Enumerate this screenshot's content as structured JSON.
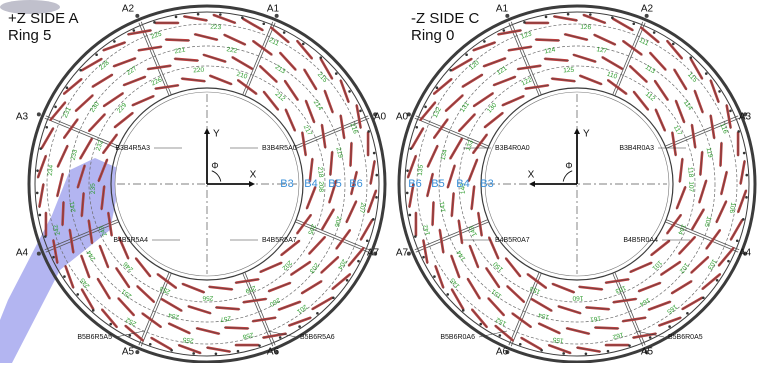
{
  "panels": [
    {
      "title": "+Z SIDE A",
      "subtitle": "Ring 5",
      "sector_labels": [
        "A0",
        "A1",
        "A2",
        "A3",
        "A4",
        "A5",
        "A6",
        "A7"
      ],
      "y_axis_label": "Y",
      "x_axis_label": "X",
      "phi_label": "Φ",
      "layer_labels": [
        "B3",
        "B4",
        "B5",
        "B6"
      ],
      "module_labels": [
        "B3B4R5A3",
        "B3B4R5A0",
        "B4B5R5A4",
        "B4B5R5A7",
        "B5B6R5A5",
        "B5B6R5A6"
      ],
      "stave_numbers": [
        "218",
        "219",
        "216",
        "217",
        "214",
        "215",
        "212",
        "213",
        "211",
        "210",
        "222",
        "223",
        "220",
        "221",
        "225",
        "226",
        "227",
        "228",
        "229",
        "230",
        "231",
        "232",
        "233",
        "234",
        "235",
        "241",
        "242",
        "243",
        "244",
        "245",
        "246",
        "251",
        "252",
        "253",
        "254",
        "255",
        "256",
        "257",
        "258",
        "259",
        "260",
        "201",
        "202",
        "203",
        "204",
        "205",
        "206",
        "207",
        "208"
      ]
    },
    {
      "title": "-Z SIDE C",
      "subtitle": "Ring 0",
      "sector_labels": [
        "A0",
        "A1",
        "A2",
        "A3",
        "A4",
        "A5",
        "A6",
        "A7"
      ],
      "y_axis_label": "Y",
      "x_axis_label": "X",
      "phi_label": "Φ",
      "layer_labels": [
        "B6",
        "B5",
        "B4",
        "B3"
      ],
      "module_labels": [
        "B3B4R0A0",
        "B3B4R0A3",
        "B4B5R0A7",
        "B4B5R0A4",
        "B5B6R0A6",
        "B5B6R0A5"
      ],
      "stave_numbers": [
        "118",
        "119",
        "116",
        "117",
        "114",
        "115",
        "112",
        "113",
        "111",
        "110",
        "127",
        "126",
        "125",
        "124",
        "123",
        "122",
        "121",
        "120",
        "130",
        "131",
        "132",
        "133",
        "134",
        "135",
        "140",
        "141",
        "142",
        "143",
        "144",
        "145",
        "150",
        "151",
        "152",
        "153",
        "154",
        "155",
        "160",
        "161",
        "162",
        "163",
        "164",
        "165",
        "101",
        "102",
        "103",
        "104",
        "105",
        "106",
        "107"
      ]
    }
  ],
  "colors": {
    "background": "#ffffff",
    "line": "#3c3c3c",
    "stave": "#b84040",
    "stave_number": "#2a9a2a",
    "layer_label": "#3a8fd8",
    "highlight": "#a6a8ee"
  }
}
